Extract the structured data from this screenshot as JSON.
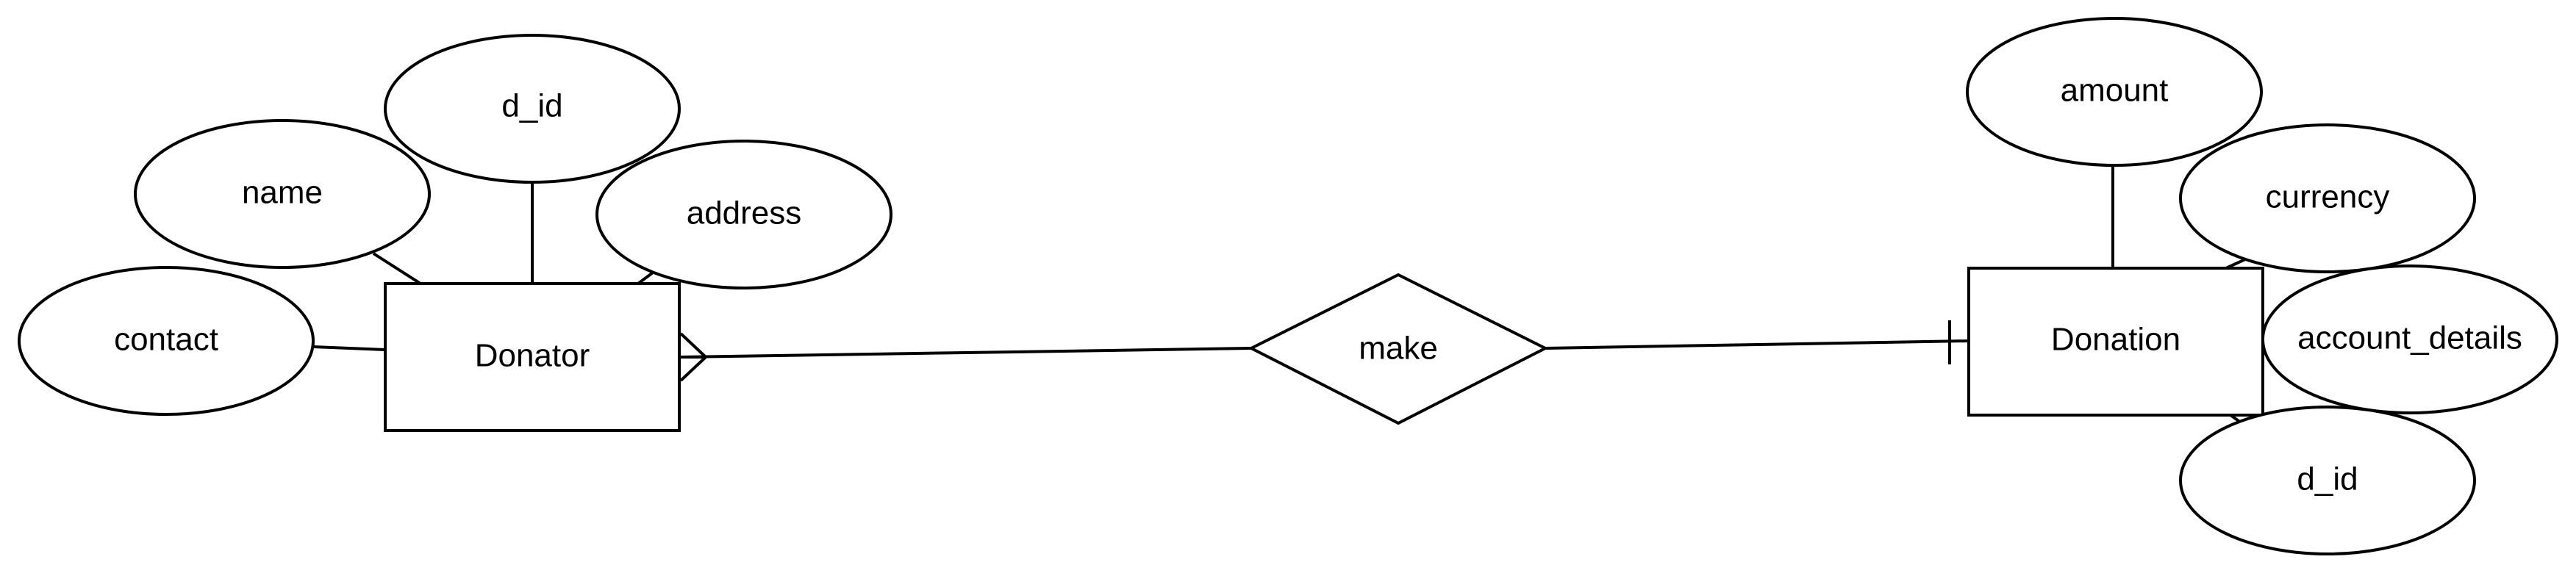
{
  "colors": {
    "stroke": "#000000",
    "fill": "#ffffff",
    "text": "#000000"
  },
  "entities": {
    "donator": {
      "label": "Donator"
    },
    "donation": {
      "label": "Donation"
    }
  },
  "relationship": {
    "label": "make"
  },
  "donator_attributes": {
    "d_id": "d_id",
    "name": "name",
    "address": "address",
    "contact": "contact"
  },
  "donation_attributes": {
    "amount": "amount",
    "currency": "currency",
    "account_details": "account_details",
    "d_id": "d_id"
  },
  "cardinality": {
    "donator_side": "many",
    "donation_side": "one"
  }
}
